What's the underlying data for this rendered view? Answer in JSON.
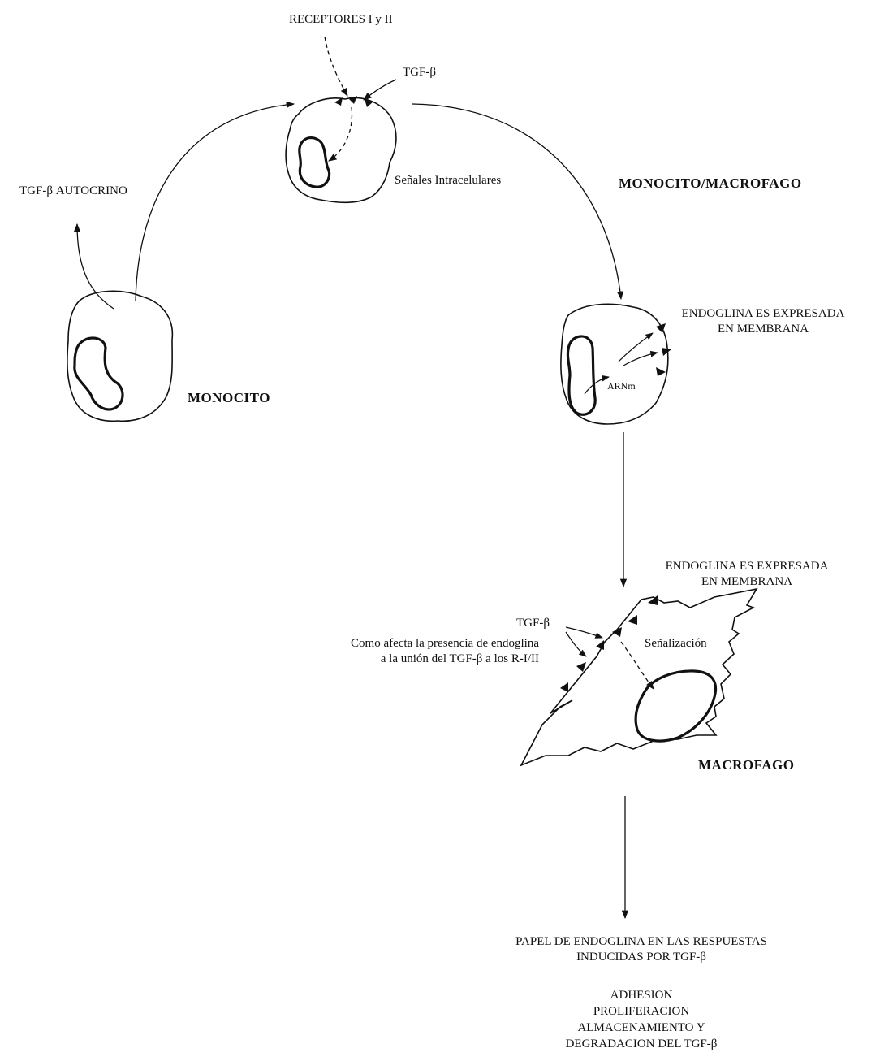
{
  "labels": {
    "receptores": "RECEPTORES I y II",
    "tgf_top": "TGF-β",
    "tgf_autocrino": "TGF-β  AUTOCRINO",
    "senales": "Señales Intracelulares",
    "monocito_macrofago": "MONOCITO/MACROFAGO",
    "monocito": "MONOCITO",
    "endoglina_1_line1": "ENDOGLINA ES EXPRESADA",
    "endoglina_1_line2": "EN MEMBRANA",
    "arnm": "ARNm",
    "endoglina_2_line1": "ENDOGLINA ES EXPRESADA",
    "endoglina_2_line2": "EN MEMBRANA",
    "tgf_mac": "TGF-β",
    "como_line1": "Como afecta la presencia de endoglina",
    "como_line2": "a la unión del TGF-β a los R-I/II",
    "senalizacion": "Señalización",
    "macrofago": "MACROFAGO",
    "papel_line1": "PAPEL DE ENDOGLINA EN LAS RESPUESTAS",
    "papel_line2": "INDUCIDAS POR TGF-β",
    "resp_1": "ADHESION",
    "resp_2": "PROLIFERACION",
    "resp_3": "ALMACENAMIENTO Y",
    "resp_4": "DEGRADACION DEL TGF-β"
  }
}
